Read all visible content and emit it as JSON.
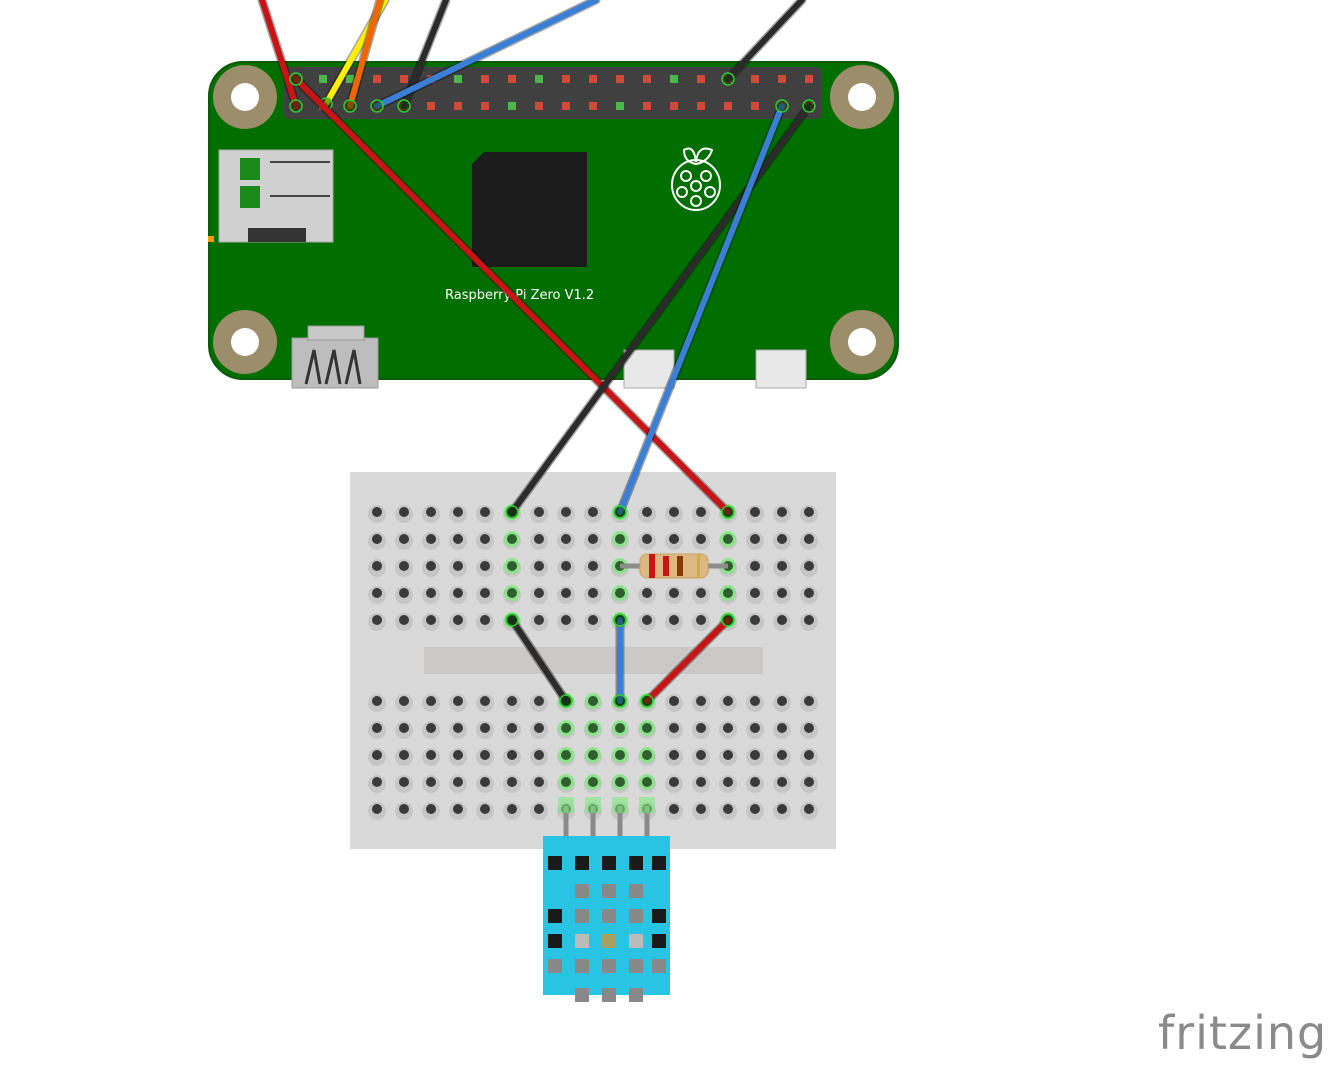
{
  "board": {
    "label": "Raspberry Pi Zero V1.2"
  },
  "logo": {
    "text": "fritzing"
  },
  "colors": {
    "pcb": "#006f00",
    "header": "#404040",
    "breadboard": "#d9d9d9",
    "wire_red": "#c81414",
    "wire_black": "#2b2b2b",
    "wire_blue": "#3a7fd5",
    "wire_yellow": "#ffee00",
    "wire_orange": "#ee6600",
    "sensor": "#29c4e4"
  },
  "components": [
    "raspberry-pi-zero",
    "half-breadboard",
    "resistor",
    "dht-sensor"
  ]
}
